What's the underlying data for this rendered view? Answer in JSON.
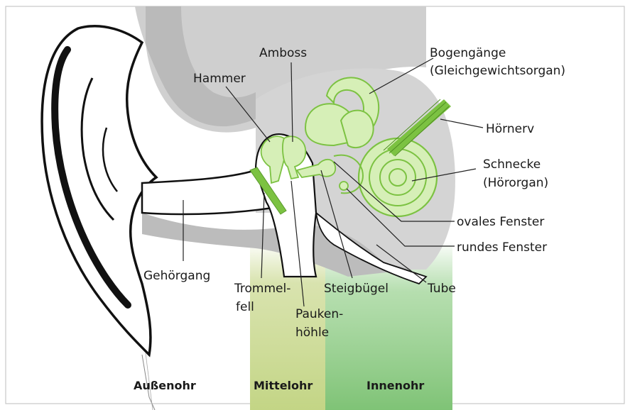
{
  "labels": {
    "amboss": "Amboss",
    "hammer": "Hammer",
    "bogen_1": "Bogengänge",
    "bogen_2": "(Gleichgewichtsorgan)",
    "hoernerv": "Hörnerv",
    "schnecke_1": "Schnecke",
    "schnecke_2": "(Hörorgan)",
    "ovales": "ovales Fenster",
    "rundes": "rundes Fenster",
    "tube": "Tube",
    "gehoergang": "Gehörgang",
    "trommel_1": "Trommel-",
    "trommel_2": "fell",
    "pauken_1": "Pauken-",
    "pauken_2": "höhle",
    "steigbuegel": "Steigbügel"
  },
  "zones": {
    "aussen": "Außenohr",
    "mittel": "Mittelohr",
    "innen": "Innenohr"
  },
  "colors": {
    "mittel": "#c9d98f",
    "innen": "#8fcf86",
    "green": "#7cc242",
    "green_light": "#d6efb7",
    "gray_dark": "#bdbdbd",
    "gray_light": "#dedede"
  }
}
